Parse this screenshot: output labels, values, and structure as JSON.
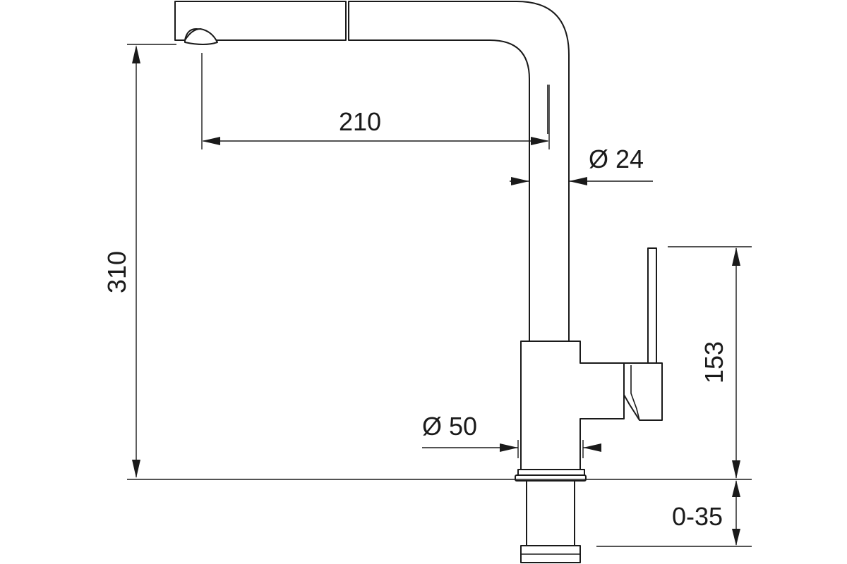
{
  "dimensions": {
    "reach": "210",
    "height": "310",
    "spout_diameter": "Ø 24",
    "lever_height": "153",
    "base_diameter": "Ø 50",
    "deck_range": "0-35"
  },
  "colors": {
    "line": "#1a1a1a",
    "background": "#ffffff"
  }
}
